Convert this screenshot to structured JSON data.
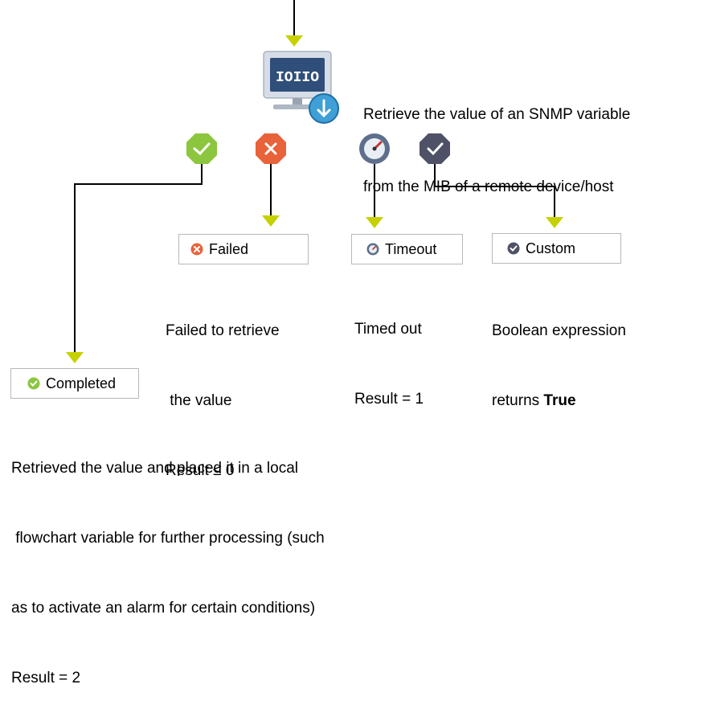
{
  "action": {
    "description_lines": [
      "Retrieve the value of an SNMP variable",
      "from the MIB of a remote device/host"
    ],
    "icon": "snmp-get-icon"
  },
  "outcomes": {
    "completed": {
      "label": "Completed",
      "icon": "check-circle-icon",
      "color": "#8cc63f",
      "desc_lines": [
        "Retrieved the value and placed it in a local",
        " flowchart variable for further processing (such",
        "as to activate an alarm for certain conditions)",
        "Result = 2"
      ]
    },
    "failed": {
      "label": "Failed",
      "icon": "x-circle-icon",
      "color": "#e8623a",
      "desc_lines": [
        "Failed to retrieve",
        " the value",
        "Result ≤ 0"
      ]
    },
    "timeout": {
      "label": "Timeout",
      "icon": "gauge-icon",
      "color": "#4a8fc4",
      "desc_lines": [
        "Timed out",
        "Result = 1"
      ]
    },
    "custom": {
      "label": "Custom",
      "icon": "check-circle-icon",
      "color": "#4f5166",
      "desc_prefix": "Boolean expression",
      "desc_line2_plain": "returns ",
      "desc_line2_bold": "True"
    }
  },
  "colors": {
    "arrow": "#c7d100",
    "line": "#000000"
  }
}
